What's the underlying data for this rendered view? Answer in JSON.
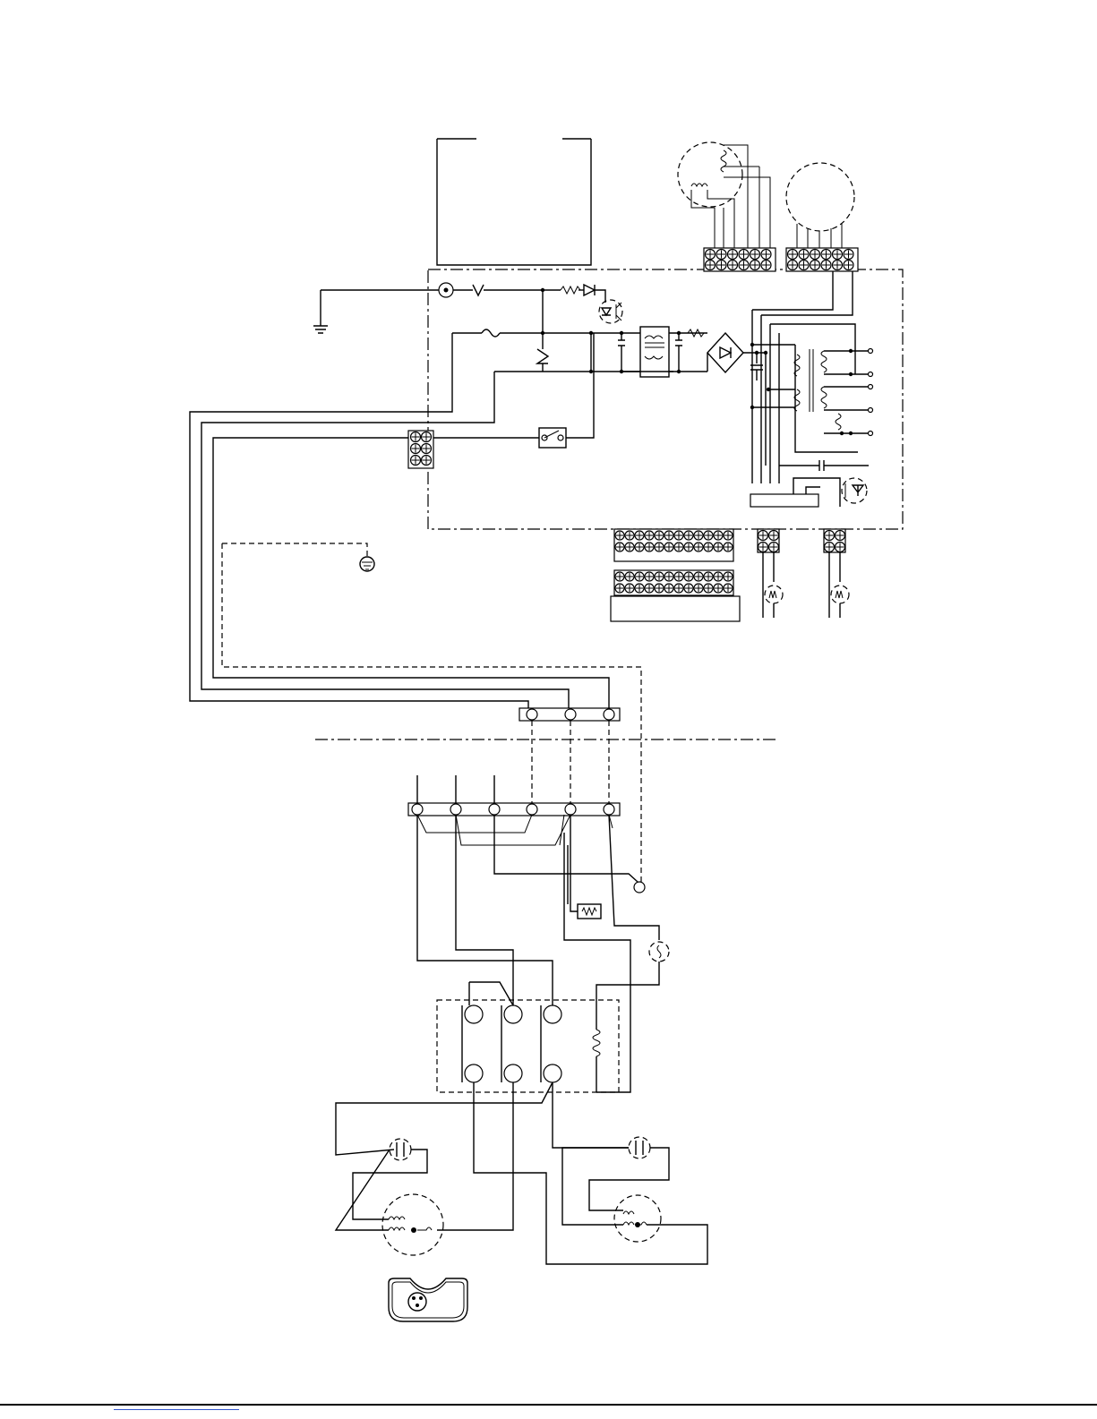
{
  "colors": {
    "line": "#000000",
    "background": "#ffffff",
    "link": "#3355cc"
  },
  "diagram": {
    "connectors": [
      {
        "name": "indoor-terminal-block",
        "terminals": 3
      },
      {
        "name": "outdoor-terminal-block",
        "terminals": 6
      },
      {
        "name": "fan-motor-connector",
        "terminals": 6
      },
      {
        "name": "louver-motor-connector",
        "terminals": 5
      },
      {
        "name": "display-connector",
        "terminals": 12
      },
      {
        "name": "power-input-connector",
        "terminals": 3
      }
    ],
    "icons": [
      "fuse-icon",
      "varistor-icon",
      "bridge-rectifier-icon",
      "transformer-icon",
      "photocoupler-icon",
      "thermistor-icon",
      "capacitor-icon",
      "motor-icon",
      "ground-icon",
      "relay-coil-icon",
      "overload-protector-icon"
    ]
  }
}
